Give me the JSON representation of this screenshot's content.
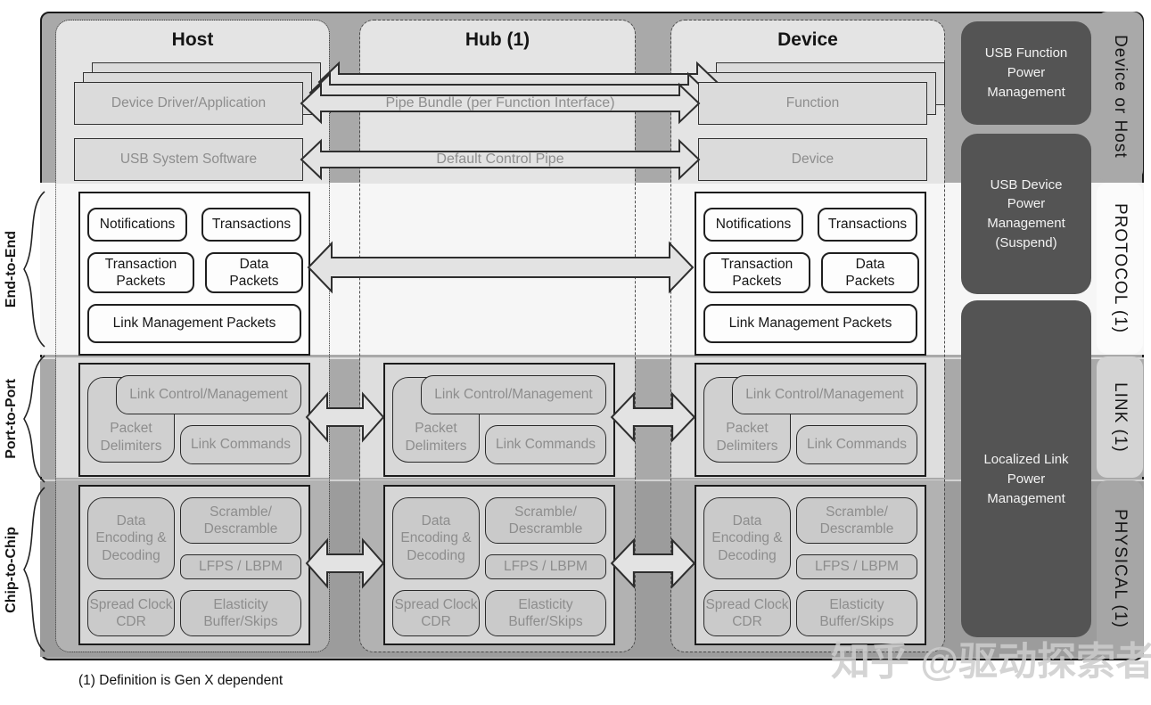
{
  "columns": {
    "host": {
      "title": "Host"
    },
    "hub": {
      "title": "Hub (1)"
    },
    "device": {
      "title": "Device"
    }
  },
  "top": {
    "host_driver": "Device Driver/Application",
    "host_software": "USB System Software",
    "device_function": "Function",
    "device_device": "Device",
    "pipe_bundle_label": "Pipe Bundle (per Function Interface)",
    "default_pipe_label": "Default Control Pipe"
  },
  "protocol": {
    "notifications": "Notifications",
    "transactions": "Transactions",
    "transaction_packets": "Transaction Packets",
    "data_packets": "Data Packets",
    "link_management_packets": "Link Management Packets"
  },
  "link": {
    "control": "Link Control/Management",
    "delimiters": "Packet Delimiters",
    "commands": "Link Commands"
  },
  "physical": {
    "encoding": "Data Encoding & Decoding",
    "scramble": "Scramble/ Descramble",
    "lfps": "LFPS / LBPM",
    "spread": "Spread Clock CDR",
    "elasticity": "Elasticity Buffer/Skips"
  },
  "side_left": {
    "end_to_end": "End-to-End",
    "port_to_port": "Port-to-Port",
    "chip_to_chip": "Chip-to-Chip"
  },
  "side_right": {
    "device_or_host": "Device or Host",
    "protocol": "PROTOCOL (1)",
    "link": "LINK (1)",
    "physical": "PHYSICAL (1)"
  },
  "power": {
    "function": "USB Function Power Management",
    "device": "USB Device Power Management (Suspend)",
    "localized": "Localized Link Power Management"
  },
  "footnote": "(1) Definition is Gen X dependent",
  "watermark": "知乎 @驱动探索者",
  "colors": {
    "outer_gray": "#a9a9a9",
    "protocol_band": "#f6f6f6",
    "link_band": "#a9a9a9",
    "physical_band": "#9c9c9c",
    "power_box": "#545454",
    "box_text_gray": "#8d8d8d"
  }
}
